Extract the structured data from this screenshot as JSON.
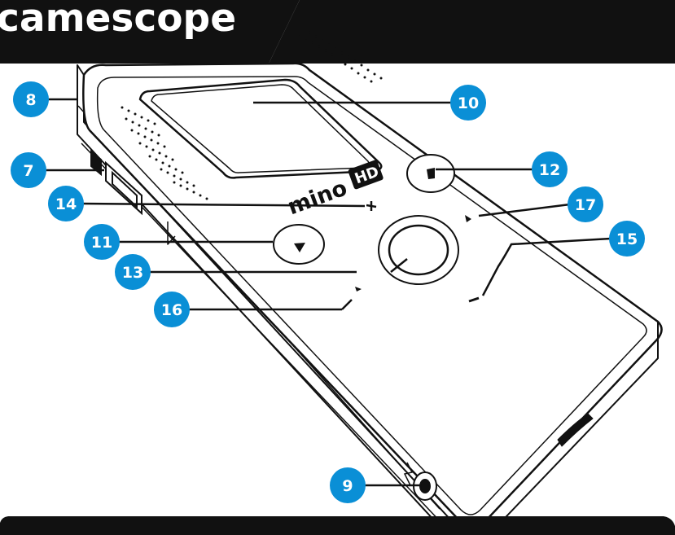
{
  "title": "camescope",
  "logo": {
    "brand": "mino",
    "badge": "HD"
  },
  "colors": {
    "callout": "#0a8fd6",
    "dark": "#111111",
    "background": "#ffffff"
  },
  "callouts": [
    {
      "id": "8",
      "label": "8"
    },
    {
      "id": "7",
      "label": "7"
    },
    {
      "id": "14",
      "label": "14"
    },
    {
      "id": "11",
      "label": "11"
    },
    {
      "id": "13",
      "label": "13"
    },
    {
      "id": "16",
      "label": "16"
    },
    {
      "id": "10",
      "label": "10"
    },
    {
      "id": "12",
      "label": "12"
    },
    {
      "id": "17",
      "label": "17"
    },
    {
      "id": "15",
      "label": "15"
    },
    {
      "id": "9",
      "label": "9"
    }
  ]
}
